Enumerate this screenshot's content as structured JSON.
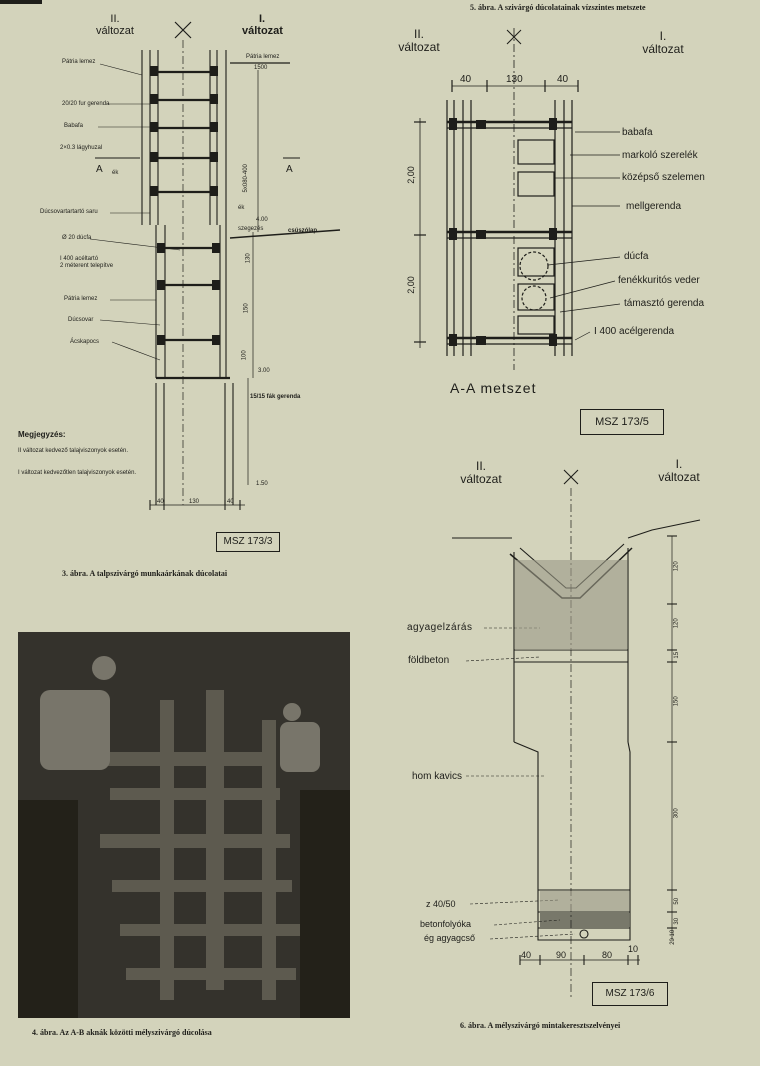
{
  "fig5": {
    "caption": "5. ábra. A szivárgó dúcolatainak vízszintes metszete",
    "var2": "II.\nváltozat",
    "var1": "I.\nváltozat",
    "dims_top": [
      "40",
      "130",
      "40"
    ],
    "dims_left": [
      "2,00",
      "2,00"
    ],
    "labels": [
      "babafa",
      "markoló szerelék",
      "középső szelemen",
      "mellgerenda",
      "dúcfa",
      "fenékkuritós veder",
      "támasztó gerenda",
      "I 400 acélgerenda"
    ],
    "section": "A-A metszet",
    "badge": "MSZ 173/5"
  },
  "fig3": {
    "caption": "3. ábra. A talpszivárgó munkaárkának dúcolatai",
    "var2": "II.\nváltozat",
    "var1": "I.\nváltozat",
    "left_labels": [
      "Pátria lemez",
      "20/20 fur gerenda",
      "Babafa",
      "2×0.3 lágyhuzal",
      "A",
      "ék",
      "Dúcsovartartartó saru",
      "Ø 20 dúcfa",
      "I 400 acéltartó\n2 méterent telepítve",
      "Pátria lemez",
      "Dúcsovar",
      "Ácskapocs"
    ],
    "right_labels": [
      "Pátria lemez",
      "1500",
      "5x080-400",
      "ék",
      "4.00",
      "szegezés",
      "csúszólap",
      "A",
      "130",
      "150",
      "100",
      "3.00",
      "15/15 fák gerenda",
      "1.50"
    ],
    "dims_bottom": [
      "40",
      "130",
      "40"
    ],
    "note_title": "Megjegyzés:",
    "note_lines": [
      "II változat kedvező talajviszonyok esetén.",
      "I változat kedvezőtlen talajviszonyok esetén."
    ],
    "badge": "MSZ 173/3"
  },
  "fig6": {
    "var2": "II.\nváltozat",
    "var1": "I.\nváltozat",
    "labels": [
      "agyagelzárás",
      "földbeton",
      "hom kavics",
      "z 40/50",
      "betonfolyóka",
      "ég agyagcső"
    ],
    "dims_right": [
      "120",
      "120",
      "15",
      "150",
      "300",
      "50",
      "30",
      "20 10"
    ],
    "dims_bottom": [
      "40",
      "90",
      "80",
      "10"
    ],
    "badge": "MSZ 173/6",
    "caption": "6. ábra. A mélyszivárgó mintakeresztszelvényei"
  },
  "fig4": {
    "caption": "4. ábra. Az A-B aknák közötti mélyszivárgó dúcolása"
  }
}
